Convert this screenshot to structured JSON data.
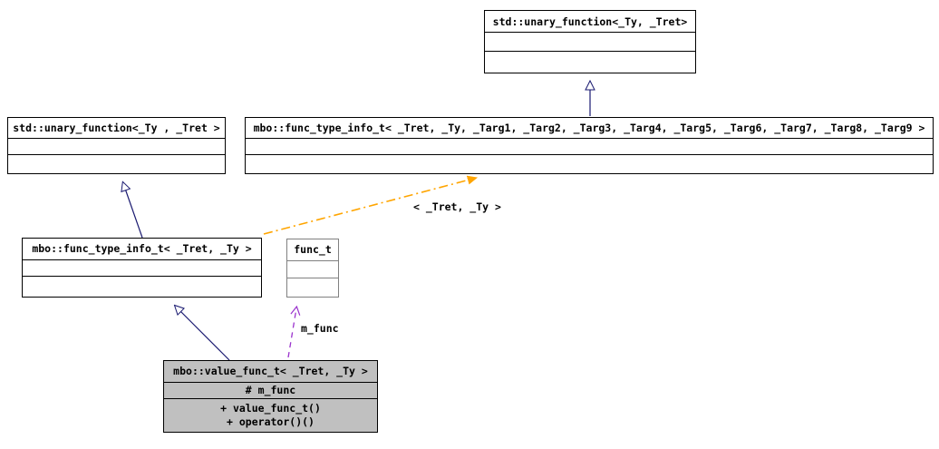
{
  "diagram": {
    "kind": "uml-class-inheritance-graph",
    "background": "#ffffff",
    "colors": {
      "inheritance_edge": "#191970",
      "template_instance_edge": "#ffa500",
      "usage_edge": "#9a32cd",
      "node_border": "#000000",
      "muted_border": "#808080",
      "highlight_fill": "#c0c0c0",
      "node_fill": "#ffffff"
    }
  },
  "nodes": {
    "std_unary_function_top": {
      "title": "std::unary_function<_Ty, _Tret>",
      "attributes": [],
      "operations": []
    },
    "std_unary_function_left": {
      "title": "std::unary_function<_Ty , _Tret >",
      "attributes": [],
      "operations": []
    },
    "func_type_info_full": {
      "title": "mbo::func_type_info_t< _Tret, _Ty, _Targ1, _Targ2, _Targ3, _Targ4, _Targ5, _Targ6, _Targ7, _Targ8, _Targ9 >",
      "attributes": [],
      "operations": []
    },
    "func_type_info_partial": {
      "title": "mbo::func_type_info_t< _Tret, _Ty >",
      "attributes": [],
      "operations": []
    },
    "func_t": {
      "title": "func_t",
      "attributes": [],
      "operations": []
    },
    "value_func_t": {
      "title": "mbo::value_func_t< _Tret, _Ty >",
      "attributes": [
        "# m_func"
      ],
      "operations": [
        "+ value_func_t()",
        "+ operator()()"
      ]
    }
  },
  "edges": [
    {
      "name": "inherit-full-to-top",
      "from": "func_type_info_full",
      "to": "std_unary_function_top",
      "type": "inheritance",
      "label": ""
    },
    {
      "name": "inherit-partial-to-left",
      "from": "func_type_info_partial",
      "to": "std_unary_function_left",
      "type": "inheritance",
      "label": ""
    },
    {
      "name": "inherit-value-to-partial",
      "from": "value_func_t",
      "to": "func_type_info_partial",
      "type": "inheritance",
      "label": ""
    },
    {
      "name": "template-instance-partial-from-full",
      "from": "func_type_info_partial",
      "to": "func_type_info_full",
      "type": "template-instance",
      "label": "< _Tret, _Ty >"
    },
    {
      "name": "usage-value-func-to-func-t",
      "from": "value_func_t",
      "to": "func_t",
      "type": "usage",
      "label": "m_func"
    }
  ]
}
